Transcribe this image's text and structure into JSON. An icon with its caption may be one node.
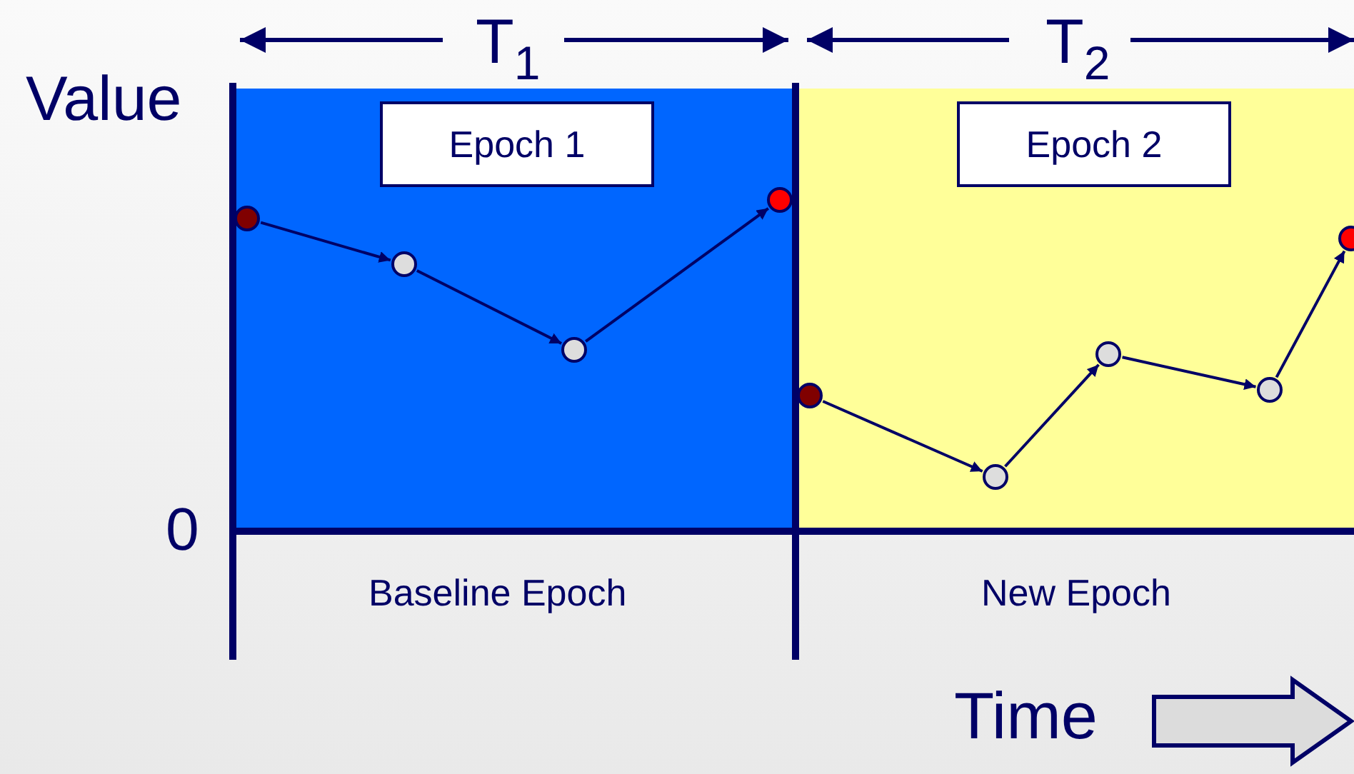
{
  "diagram": {
    "nodes": [
      {
        "text": [
          "Epoch 1"
        ]
      },
      {
        "text": [
          "Epoch 2"
        ]
      },
      {
        "text": [],
        "shape": "circle"
      },
      {
        "text": [],
        "shape": "circle"
      },
      {
        "text": [],
        "shape": "circle"
      },
      {
        "text": [],
        "shape": "circle"
      },
      {
        "text": [],
        "shape": "circle"
      },
      {
        "text": [],
        "shape": "circle"
      },
      {
        "text": [],
        "shape": "circle"
      },
      {
        "text": [],
        "shape": "circle"
      },
      {
        "text": [],
        "shape": "circle"
      }
    ],
    "edges": [
      {
        "from": 2,
        "to": 3,
        "arrow": "to"
      },
      {
        "from": 3,
        "to": 4,
        "arrow": "to"
      },
      {
        "from": 4,
        "to": 5,
        "arrow": "to"
      },
      {
        "from": 6,
        "to": 7,
        "arrow": "to"
      },
      {
        "from": 7,
        "to": 8,
        "arrow": "to"
      },
      {
        "from": 8,
        "to": 9,
        "arrow": "to"
      },
      {
        "from": 9,
        "to": 10,
        "arrow": "to"
      }
    ],
    "labels": [
      "T$_{1}$",
      "T$_{2}$",
      "Value",
      "0",
      "Baseline Epoch",
      "New Epoch",
      "Time"
    ]
  }
}
